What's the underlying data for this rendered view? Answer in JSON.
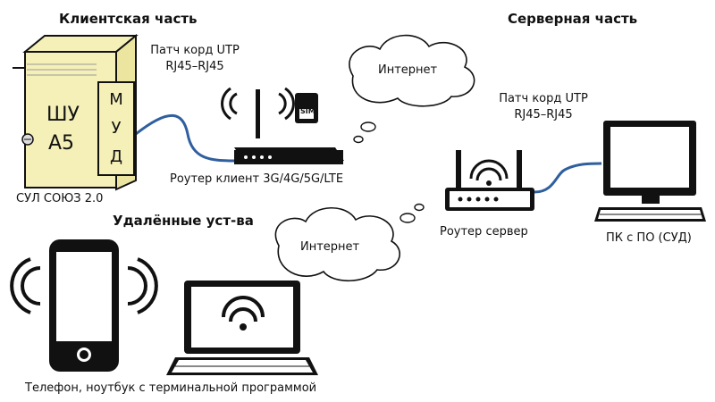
{
  "headings": {
    "client": "Клиентская часть",
    "server": "Серверная часть",
    "remote": "Удалённые уст-ва"
  },
  "labels": {
    "patch1_line1": "Патч корд UTP",
    "patch1_line2": "RJ45–RJ45",
    "patch2_line1": "Патч корд UTP",
    "patch2_line2": "RJ45–RJ45",
    "cabinet_left": "ШУ",
    "cabinet_left2": "А5",
    "cabinet_module": [
      "М",
      "У",
      "Д"
    ],
    "cabinet_caption": "СУЛ СОЮЗ 2.0",
    "router_client": "Роутер клиент 3G/4G/5G/LTE",
    "router_server": "Роутер сервер",
    "pc": "ПК с ПО (СУД)",
    "sim": "SIM",
    "cloud_top": "Интернет",
    "cloud_bottom": "Интернет",
    "devices_caption": "Телефон, ноутбук с терминальной программой"
  },
  "colors": {
    "cabinet_fill": "#f5f0b8",
    "cable": "#2f5f9e",
    "outline": "#111111"
  }
}
